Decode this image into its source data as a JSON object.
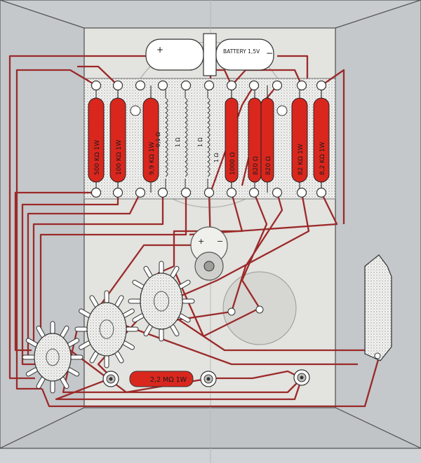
{
  "battery": {
    "label": "BATTERY 1,5V",
    "plus": "+",
    "minus": "−"
  },
  "resistors": [
    {
      "label": "500 KΩ 1W"
    },
    {
      "label": "100 KΩ 1W"
    },
    {
      "label": "9,9 KΩ 1W"
    },
    {
      "label": "1000 Ω"
    },
    {
      "label": "820 Ω"
    },
    {
      "label": "820 Ω"
    },
    {
      "label": "82 KΩ 1W"
    },
    {
      "label": "8,2 KΩ 1W"
    }
  ],
  "coils": [
    {
      "label": "0,1 Ω"
    },
    {
      "label": "1 Ω"
    },
    {
      "label": "1 Ω"
    },
    {
      "label": "1 Ω"
    }
  ],
  "bottom_resistor": {
    "label": "2,2 MΩ 1W"
  },
  "meter_terminals": {
    "left": "+",
    "right": "−"
  },
  "colors": {
    "wire": "#9b2a2a",
    "resistor": "#d9271e",
    "cabinet": "#cfd3d6",
    "board": "#e3e3df"
  }
}
